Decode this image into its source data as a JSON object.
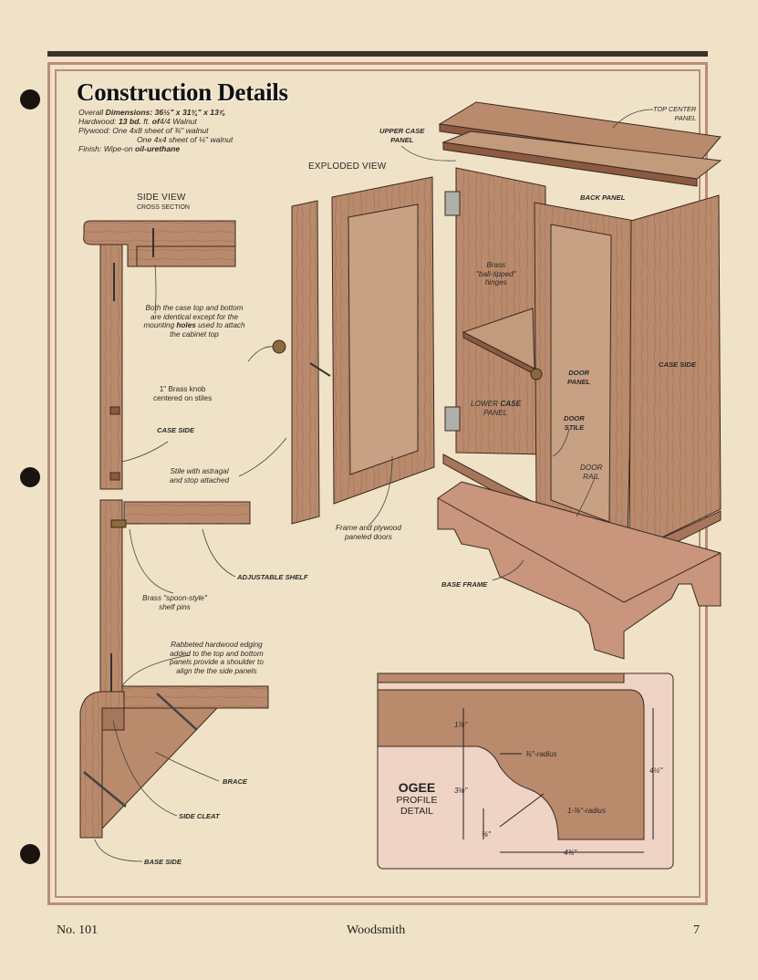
{
  "header": {
    "title": "Construction Details",
    "specs": {
      "dimensions_label": "Overall",
      "dimensions_key": "Dimensions:",
      "dimensions_value": "36½\" x 31¾\" x 13⅞",
      "hardwood_label": "Hardwood:",
      "hardwood_qty": "13 bd.",
      "hardwood_unit": "ft.",
      "hardwood_of": "of",
      "hardwood_value": "4/4 Walnut",
      "plywood_label": "Plywood:",
      "plywood_line1": "One 4x8 sheet of ¾\" walnut",
      "plywood_line2": "One 4x4 sheet of ¼\" walnut",
      "finish_label": "Finish:",
      "finish_prefix": "Wipe-on",
      "finish_value": "oil-urethane"
    }
  },
  "side_view": {
    "heading": "SIDE VIEW",
    "subheading": "CROSS SECTION",
    "note_top_1": "Both the case top and bottom",
    "note_top_2": "are identical except for the",
    "note_top_3a": "mounting",
    "note_top_3b": "holes",
    "note_top_3c": "used to attach",
    "note_top_4": "the cabinet top",
    "knob_1": "1\" Brass knob",
    "knob_2": "centered on stiles",
    "case_side": "CASE SIDE",
    "stile_1": "Stile with astragal",
    "stile_2": "and stop attached",
    "adjustable_shelf": "ADJUSTABLE SHELF",
    "pins_1": "Brass \"spoon-style\"",
    "pins_2": "shelf pins",
    "edging_1": "Rabbeted hardwood edging",
    "edging_2": "added to the top and bottom",
    "edging_3": "panels provide a shoulder to",
    "edging_4": "align the the side panels",
    "brace": "BRACE",
    "side_cleat": "SIDE CLEAT",
    "base_side": "BASE SIDE"
  },
  "exploded_view": {
    "heading": "EXPLODED VIEW",
    "top_center_1": "TOP CENTER",
    "top_center_2": "PANEL",
    "upper_case_1": "UPPER CASE",
    "upper_case_2": "PANEL",
    "back_panel": "BACK PANEL",
    "hinges_1": "Brass",
    "hinges_2": "\"ball-tipped\"",
    "hinges_3": "hinges",
    "door_panel_1": "DOOR",
    "door_panel_2": "PANEL",
    "case_side": "CASE SIDE",
    "lower_case_1": "LOWER",
    "lower_case_2": "CASE",
    "lower_case_3": "PANEL",
    "door_stile_1": "DOOR",
    "door_stile_2": "STILE",
    "door_rail_1": "DOOR",
    "door_rail_2": "RAIL",
    "doors_1": "Frame and plywood",
    "doors_2": "paneled doors",
    "base_frame": "BASE FRAME"
  },
  "ogee": {
    "title": "OGEE",
    "line2": "PROFILE",
    "line3": "DETAIL",
    "dim_top": "1⅞\"",
    "dim_mid": "3⅛\"",
    "dim_small": "⅜\"",
    "dim_height": "4½\"",
    "dim_width": "4¾\"",
    "radius_small": "¾\"-radius",
    "radius_large": "1-⅜\"-radius"
  },
  "footer": {
    "issue": "No. 101",
    "magazine": "Woodsmith",
    "page": "7"
  },
  "colors": {
    "paper": "#f0e2c6",
    "wood": "#b98a6c",
    "wood_dark": "#8c5a40",
    "frame_border": "#b98c7a",
    "ink": "#2a2a2a"
  }
}
